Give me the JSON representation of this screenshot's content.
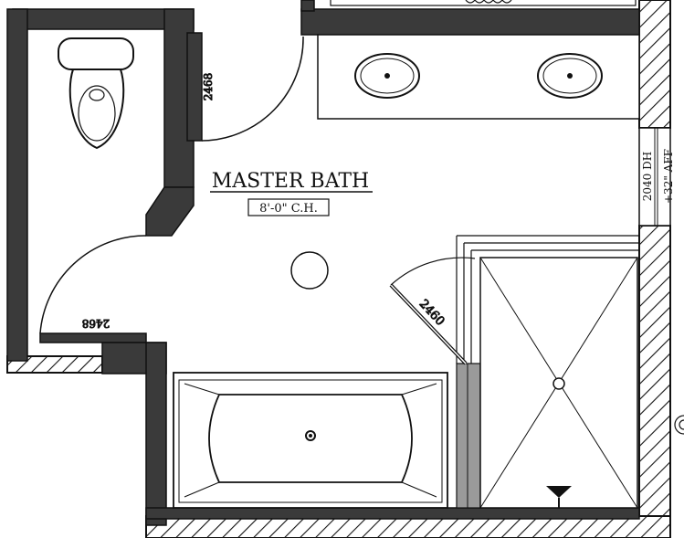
{
  "room": {
    "name": "MASTER BATH",
    "ceiling": "8'-0\" C.H."
  },
  "doors": {
    "toilet_room_door": "2468",
    "entry_door": "2468",
    "shower_door": "2460"
  },
  "window": {
    "size": "2040 DH",
    "sill": "+32\" AFF"
  },
  "colors": {
    "wall_fill": "#3a3a3a",
    "line": "#111111",
    "shower_curb": "#9a9a9a",
    "background": "#ffffff"
  }
}
